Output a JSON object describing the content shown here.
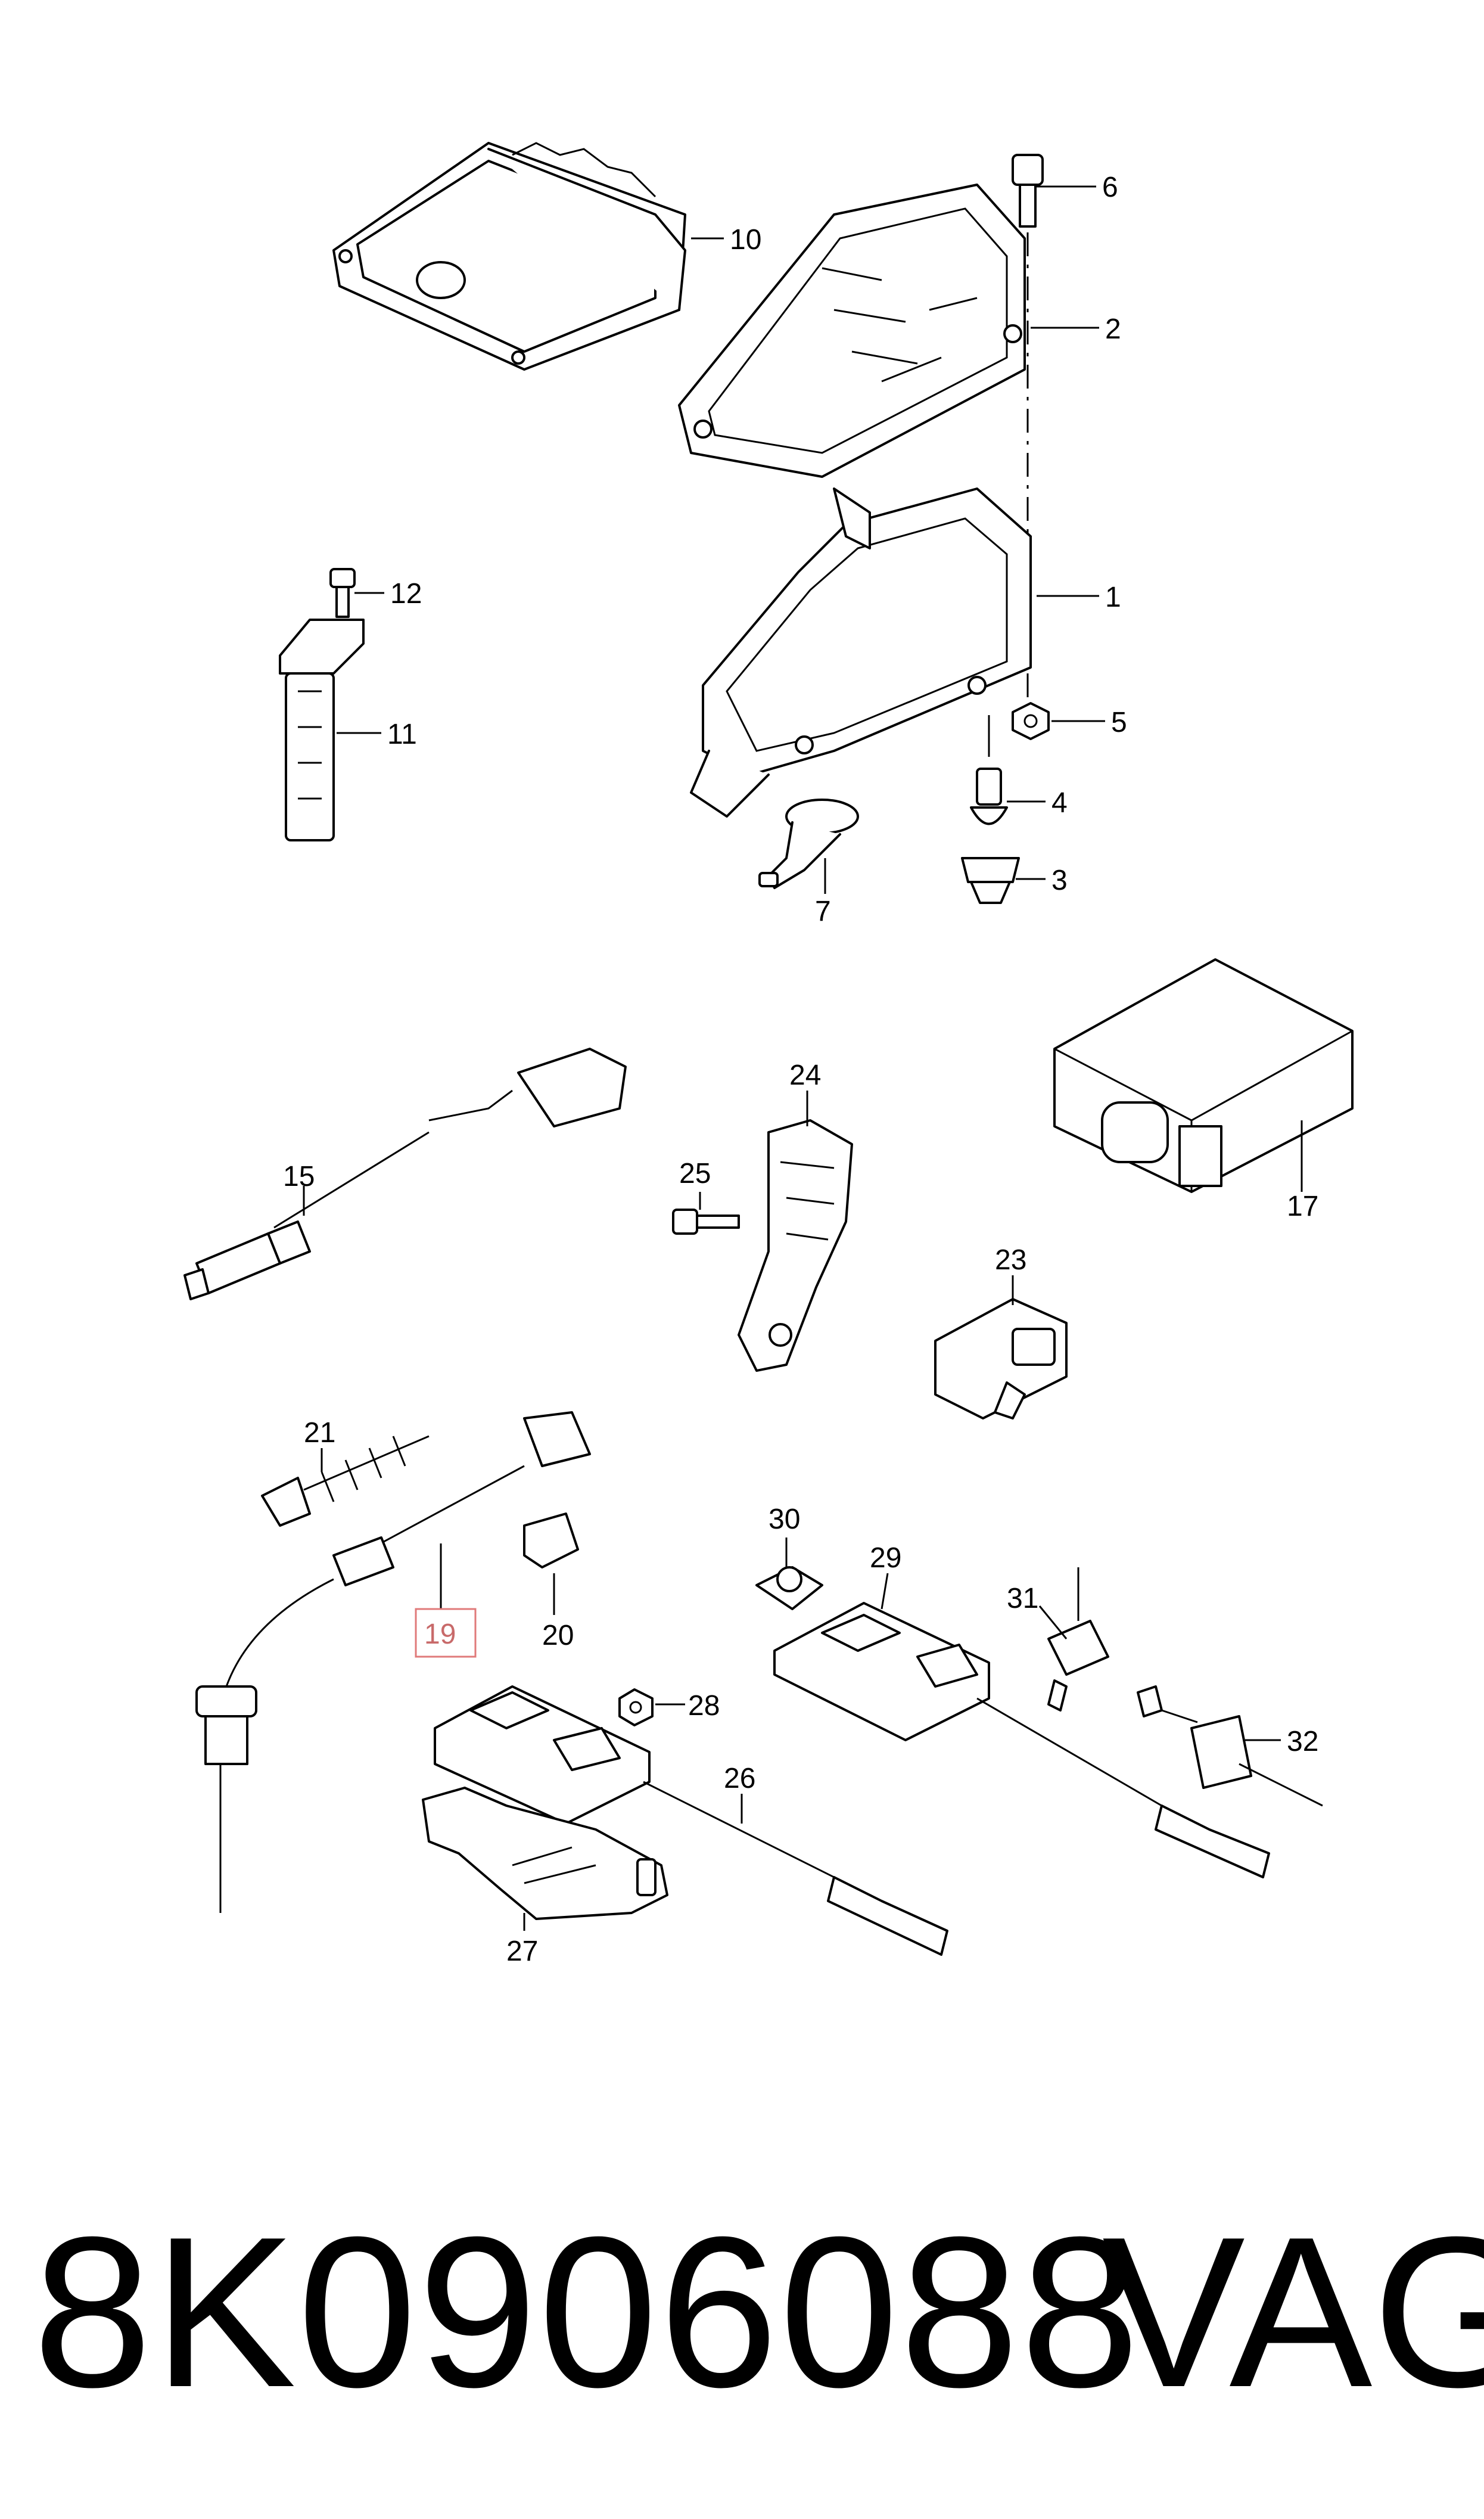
{
  "diagram": {
    "callouts": {
      "c1": "1",
      "c2": "2",
      "c3": "3",
      "c4": "4",
      "c5": "5",
      "c6": "6",
      "c7": "7",
      "c10": "10",
      "c11": "11",
      "c12": "12",
      "c15": "15",
      "c17": "17",
      "c19": "19",
      "c20": "20",
      "c21": "21",
      "c23": "23",
      "c24": "24",
      "c25": "25",
      "c26": "26",
      "c27": "27",
      "c28": "28",
      "c29": "29",
      "c30": "30",
      "c31": "31",
      "c32": "32"
    },
    "highlighted_callout": "19",
    "highlight_color": "#e07a7a"
  },
  "footer": {
    "part_number": "8K0906088",
    "brand": "VAG"
  }
}
